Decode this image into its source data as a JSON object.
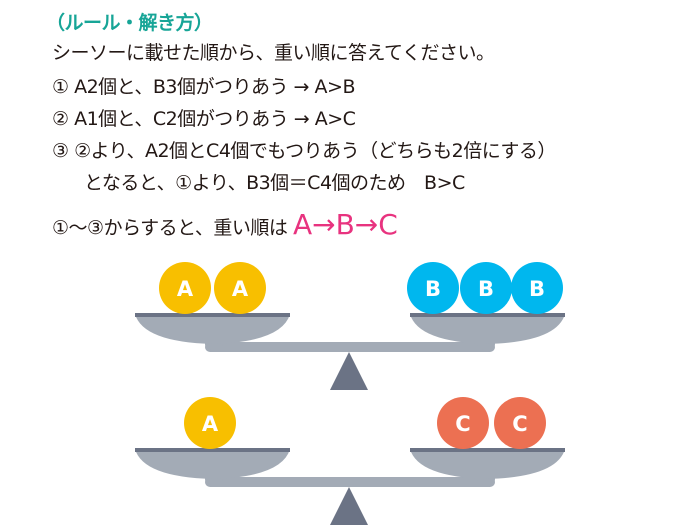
{
  "title": "（ルール・解き方）",
  "instruction": "シーソーに載せた順から、重い順に答えてください。",
  "steps": [
    "① A2個と、B3個がつりあう → A>B",
    "② A1個と、C2個がつりあう → A>C",
    "③ ②より、A2個とC4個でもつりあう（どちらも2倍にする）",
    "となると、①より、B3個＝C4個のため　B>C"
  ],
  "conclusion": {
    "prefix": "①〜③からすると、重い順は ",
    "answer": "A→B→C"
  },
  "seesaws": [
    {
      "left": [
        "A",
        "A"
      ],
      "right": [
        "B",
        "B",
        "B"
      ]
    },
    {
      "left": [
        "A"
      ],
      "right": [
        "C",
        "C"
      ]
    }
  ],
  "colors": {
    "A": "#f8bf00",
    "B": "#00b7ee",
    "C": "#ec7052",
    "title": "#17a597",
    "accent": "#e8337f",
    "pan": "#a3abb6",
    "pan_rim": "#6b7385",
    "fulcrum": "#6b7385"
  }
}
